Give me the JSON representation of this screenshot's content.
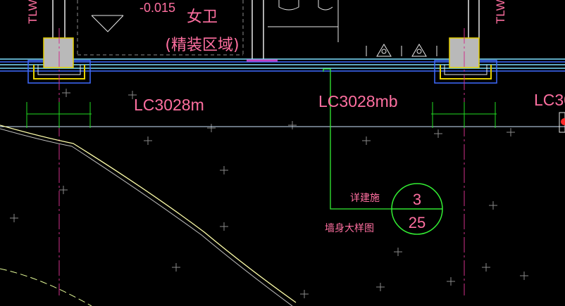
{
  "drawing": {
    "elevation_label": "-0.015",
    "room_name": "女卫",
    "room_note": "(精装区域)",
    "window_labels": [
      "LC3028m",
      "LC3028mb",
      "LC30"
    ],
    "side_tag_left": "TLW",
    "side_tag_right": "TLW",
    "callout": {
      "note_line1": "详建施",
      "note_line2": "墙身大样图",
      "detail_number": "3",
      "sheet_number": "25"
    },
    "colors": {
      "background": "#000000",
      "text_magenta": "#ff6fa0",
      "wall_cyan": "#7ee0ff",
      "wall_blue": "#3f6bff",
      "dim_green": "#22dd22",
      "column_gray": "#b9b9b9",
      "column_yellow": "#e6d000",
      "leader_green": "#33ee33",
      "white": "#e8e8e8"
    }
  }
}
